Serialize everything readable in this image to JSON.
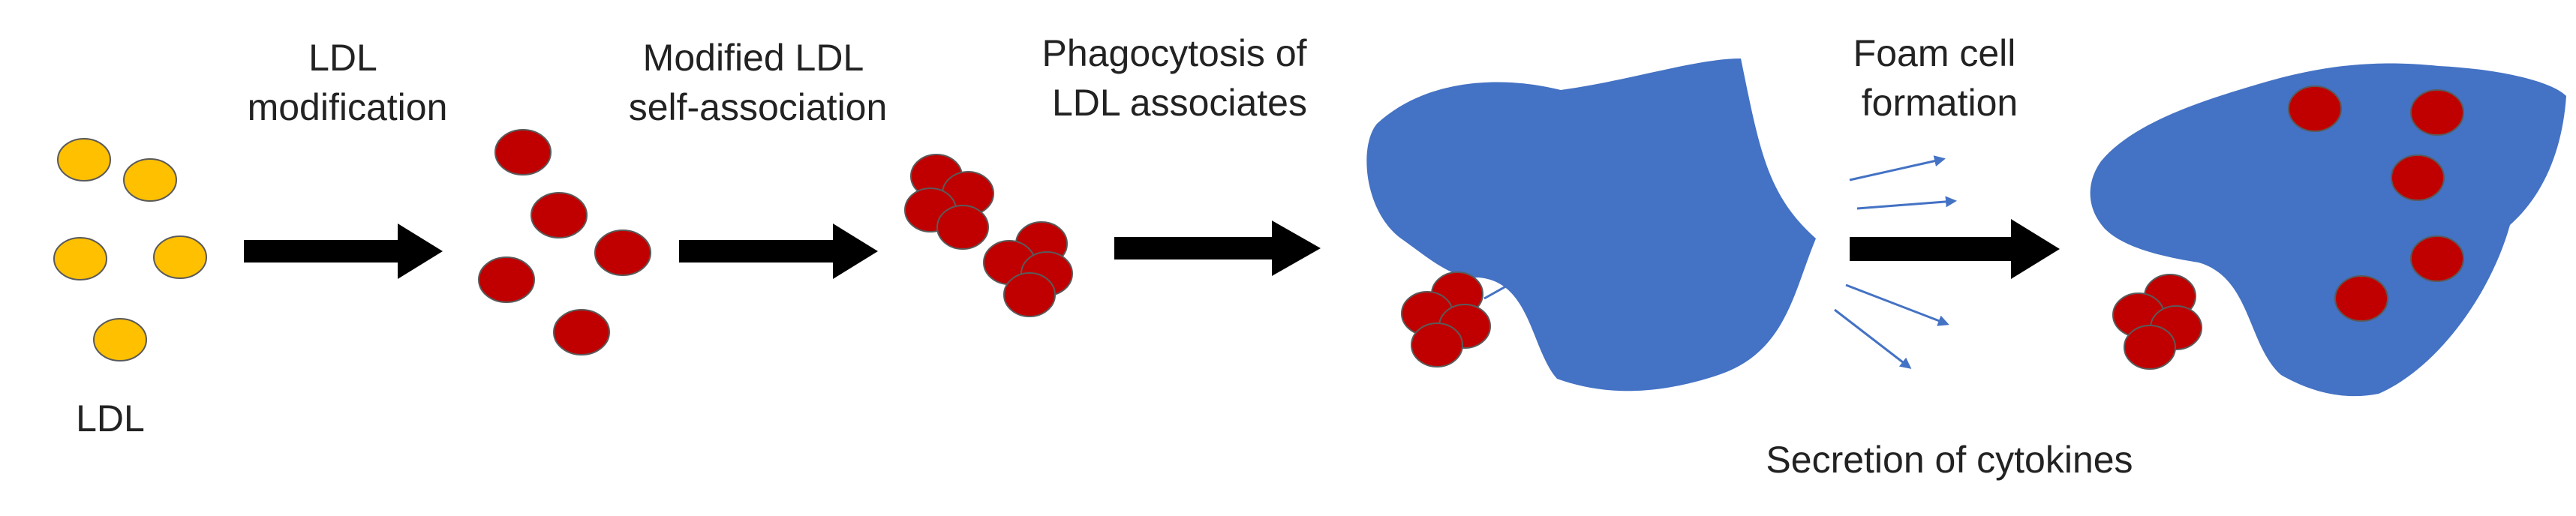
{
  "labels": {
    "ldl": "LDL",
    "ldl_modification": [
      "LDL",
      "modification"
    ],
    "modified_ldl_self_association": [
      "Modified LDL",
      "self-association"
    ],
    "phagocytosis": [
      "Phagocytosis of",
      "LDL associates"
    ],
    "foam_cell_formation": [
      "Foam cell",
      "formation"
    ],
    "secretion_of_cytokines": "Secretion of cytokines"
  },
  "colors": {
    "ldl_particle": "#FFC000",
    "modified_ldl": "#C00000",
    "cell": "#4472C4",
    "arrow": "#000000",
    "cytokine_arrow": "#4472C4",
    "particle_outline": "#5a5a5a"
  }
}
